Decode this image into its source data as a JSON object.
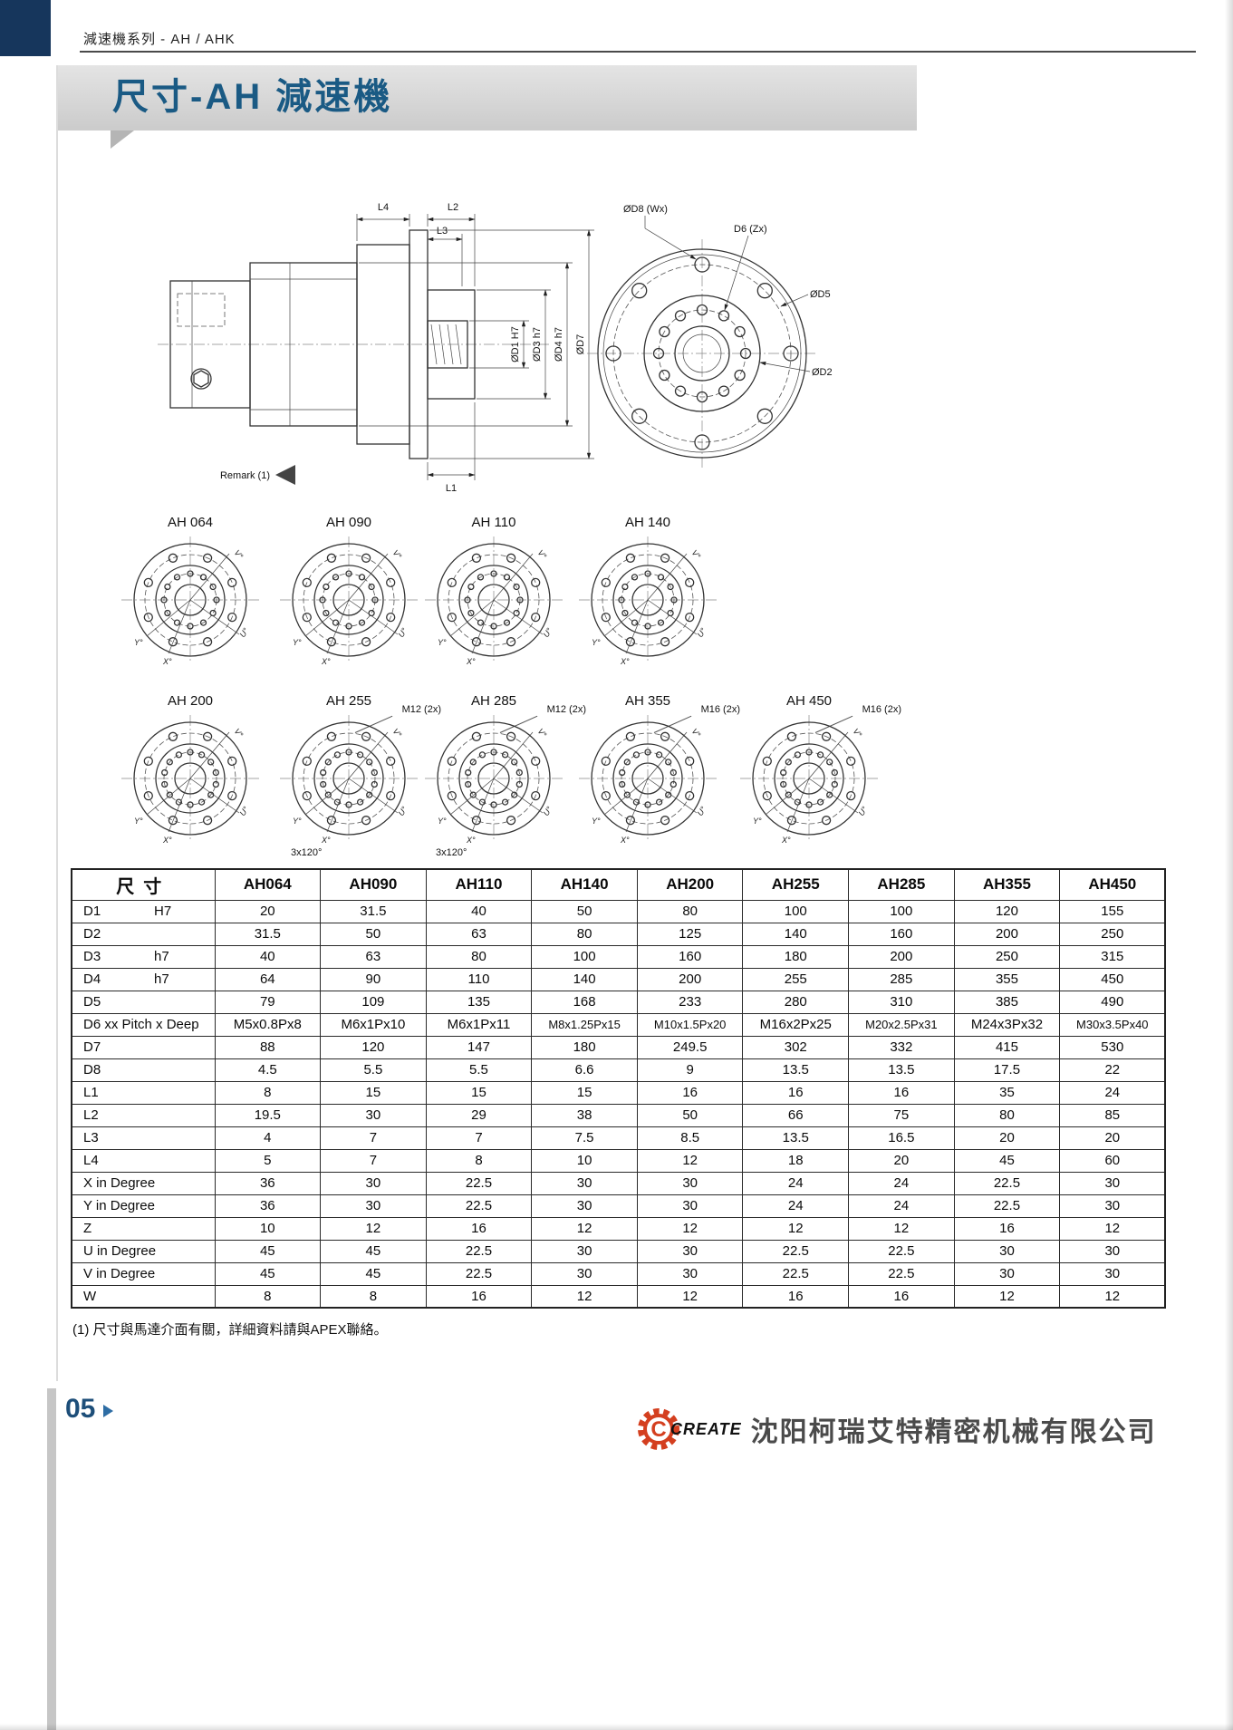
{
  "page": {
    "header": "減速機系列 - AH / AHK",
    "title": "尺寸-AH 減速機",
    "footnote": "(1) 尺寸與馬達介面有關，詳細資料請與APEX聯絡。",
    "page_number": "05",
    "logo_text": "CREATE",
    "company": "沈阳柯瑞艾特精密机械有限公司"
  },
  "colors": {
    "accent_blue": "#1a5a84",
    "corner_navy": "#16365c",
    "logo_red": "#d43f1f"
  },
  "side_view": {
    "dims_top": [
      "L4",
      "L2",
      "L3"
    ],
    "dims_right": [
      "ØD1 H7",
      "ØD3 h7",
      "ØD4 h7",
      "ØD7"
    ],
    "dim_bottom": "L1",
    "remark": "Remark (1)"
  },
  "front_view": {
    "labels": [
      "ØD8 (Wx)",
      "D6 (Zx)",
      "ØD5",
      "ØD2"
    ]
  },
  "angle_labels": [
    "V°",
    "U°",
    "Y°",
    "X°"
  ],
  "flanges": [
    {
      "name": "AH 064",
      "top": "",
      "bottom": ""
    },
    {
      "name": "AH 090",
      "top": "",
      "bottom": ""
    },
    {
      "name": "AH 110",
      "top": "",
      "bottom": ""
    },
    {
      "name": "AH 140",
      "top": "",
      "bottom": ""
    },
    {
      "name": "AH 200",
      "top": "",
      "bottom": ""
    },
    {
      "name": "AH 255",
      "top": "M12 (2x)",
      "bottom": "3x120°"
    },
    {
      "name": "AH 285",
      "top": "M12 (2x)",
      "bottom": "3x120°"
    },
    {
      "name": "AH 355",
      "top": "M16 (2x)",
      "bottom": ""
    },
    {
      "name": "AH 450",
      "top": "M16 (2x)",
      "bottom": ""
    }
  ],
  "table": {
    "header": [
      "尺寸",
      "AH064",
      "AH090",
      "AH110",
      "AH140",
      "AH200",
      "AH255",
      "AH285",
      "AH355",
      "AH450"
    ],
    "rows": [
      {
        "label": "D1",
        "sub": "H7",
        "values": [
          "20",
          "31.5",
          "40",
          "50",
          "80",
          "100",
          "100",
          "120",
          "155"
        ]
      },
      {
        "label": "D2",
        "sub": "",
        "values": [
          "31.5",
          "50",
          "63",
          "80",
          "125",
          "140",
          "160",
          "200",
          "250"
        ]
      },
      {
        "label": "D3",
        "sub": "h7",
        "values": [
          "40",
          "63",
          "80",
          "100",
          "160",
          "180",
          "200",
          "250",
          "315"
        ]
      },
      {
        "label": "D4",
        "sub": "h7",
        "values": [
          "64",
          "90",
          "110",
          "140",
          "200",
          "255",
          "285",
          "355",
          "450"
        ]
      },
      {
        "label": "D5",
        "sub": "",
        "values": [
          "79",
          "109",
          "135",
          "168",
          "233",
          "280",
          "310",
          "385",
          "490"
        ]
      },
      {
        "label": "D6 xx Pitch x Deep",
        "sub": "",
        "values": [
          "M5x0.8Px8",
          "M6x1Px10",
          "M6x1Px11",
          "M8x1.25Px15",
          "M10x1.5Px20",
          "M16x2Px25",
          "M20x2.5Px31",
          "M24x3Px32",
          "M30x3.5Px40"
        ]
      },
      {
        "label": "D7",
        "sub": "",
        "values": [
          "88",
          "120",
          "147",
          "180",
          "249.5",
          "302",
          "332",
          "415",
          "530"
        ]
      },
      {
        "label": "D8",
        "sub": "",
        "values": [
          "4.5",
          "5.5",
          "5.5",
          "6.6",
          "9",
          "13.5",
          "13.5",
          "17.5",
          "22"
        ]
      },
      {
        "label": "L1",
        "sub": "",
        "values": [
          "8",
          "15",
          "15",
          "15",
          "16",
          "16",
          "16",
          "35",
          "24"
        ]
      },
      {
        "label": "L2",
        "sub": "",
        "values": [
          "19.5",
          "30",
          "29",
          "38",
          "50",
          "66",
          "75",
          "80",
          "85"
        ]
      },
      {
        "label": "L3",
        "sub": "",
        "values": [
          "4",
          "7",
          "7",
          "7.5",
          "8.5",
          "13.5",
          "16.5",
          "20",
          "20"
        ]
      },
      {
        "label": "L4",
        "sub": "",
        "values": [
          "5",
          "7",
          "8",
          "10",
          "12",
          "18",
          "20",
          "45",
          "60"
        ]
      },
      {
        "label": "X in Degree",
        "sub": "",
        "values": [
          "36",
          "30",
          "22.5",
          "30",
          "30",
          "24",
          "24",
          "22.5",
          "30"
        ]
      },
      {
        "label": "Y in Degree",
        "sub": "",
        "values": [
          "36",
          "30",
          "22.5",
          "30",
          "30",
          "24",
          "24",
          "22.5",
          "30"
        ]
      },
      {
        "label": "Z",
        "sub": "",
        "values": [
          "10",
          "12",
          "16",
          "12",
          "12",
          "12",
          "12",
          "16",
          "12"
        ]
      },
      {
        "label": "U in Degree",
        "sub": "",
        "values": [
          "45",
          "45",
          "22.5",
          "30",
          "30",
          "22.5",
          "22.5",
          "30",
          "30"
        ]
      },
      {
        "label": "V in Degree",
        "sub": "",
        "values": [
          "45",
          "45",
          "22.5",
          "30",
          "30",
          "22.5",
          "22.5",
          "30",
          "30"
        ]
      },
      {
        "label": "W",
        "sub": "",
        "values": [
          "8",
          "8",
          "16",
          "12",
          "12",
          "16",
          "16",
          "12",
          "12"
        ]
      }
    ]
  }
}
